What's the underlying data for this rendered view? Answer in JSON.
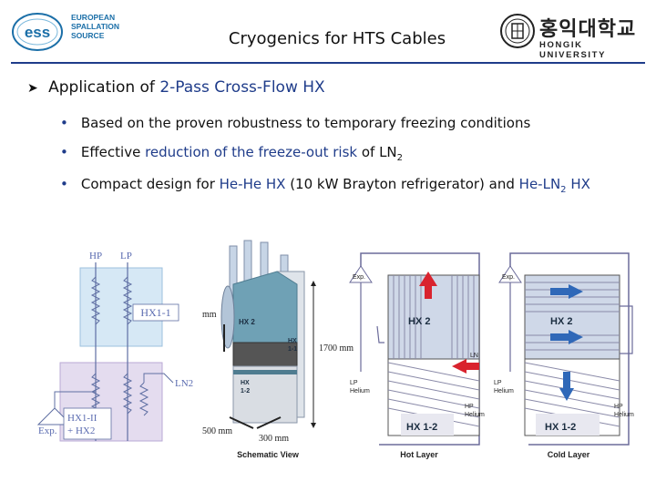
{
  "header": {
    "ess_logo": {
      "line1": "EUROPEAN",
      "line2": "SPALLATION",
      "line3": "SOURCE",
      "mark": "ess"
    },
    "title": "Cryogenics for HTS Cables",
    "hongik_logo": {
      "korean": "홍익대학교",
      "english": "HONGIK UNIVERSITY"
    }
  },
  "heading": {
    "prefix": "Application of ",
    "highlight": "2-Pass Cross-Flow HX"
  },
  "bullets": [
    {
      "segments": [
        {
          "text": "Based on the proven robustness to temporary freezing conditions"
        }
      ]
    },
    {
      "segments": [
        {
          "text": "Effective "
        },
        {
          "text": "reduction of the freeze-out risk",
          "hl": true
        },
        {
          "text": " of LN"
        },
        {
          "text": "2",
          "sub": true
        }
      ]
    },
    {
      "segments": [
        {
          "text": "Compact design for "
        },
        {
          "text": "He-He HX",
          "hl": true
        },
        {
          "text": " (10 kW Brayton refrigerator) and "
        },
        {
          "text": "He-LN",
          "hl": true
        },
        {
          "text": "2",
          "sub": true,
          "hl": true
        },
        {
          "text": " HX",
          "hl": true
        }
      ]
    }
  ],
  "diagram_left": {
    "hp": "HP",
    "lp": "LP",
    "hx1_1": "HX1-1",
    "ln2": "LN2",
    "exp": "Exp.",
    "hx1_2_line1": "HX1-II",
    "hx1_2_line2": "+ HX2"
  },
  "schematic": {
    "hx2": "HX 2",
    "hx1_1": "HX\n1-1",
    "hx1_2": "HX\n1-2",
    "mm_label": "mm",
    "height": "1700 mm",
    "width_a": "500 mm",
    "width_b": "300 mm",
    "caption": "Schematic View"
  },
  "hot_layer": {
    "exp": "Exp.",
    "hx2": "HX 2",
    "hx1_2": "HX 1-2",
    "ln": "LN",
    "lp": "LP\nHelium",
    "hp": "HP\nHelium",
    "caption": "Hot Layer"
  },
  "cold_layer": {
    "exp": "Exp.",
    "hx2": "HX 2",
    "hx1_2": "HX 1-2",
    "lp": "LP\nHelium",
    "hp": "HP\nHelium",
    "caption": "Cold Layer"
  },
  "colors": {
    "accent": "#1f3c8a",
    "ess_blue": "#1b6fa8",
    "hot_arrow": "#d9232e",
    "cold_arrow": "#2f68b8"
  }
}
